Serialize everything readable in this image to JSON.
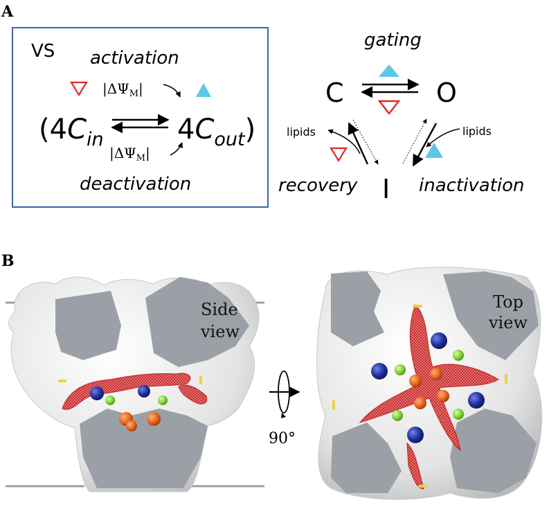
{
  "panel_a": {
    "letter": "A",
    "vs_box": {
      "label": "VS",
      "activation": "activation",
      "deactivation": "deactivation",
      "potential_top": "|ΔΨ",
      "potential_top_sub": "M",
      "potential_top_end": "|",
      "potential_bottom": "|ΔΨ",
      "potential_bottom_sub": "M",
      "potential_bottom_end": "|",
      "state_left_open": "(4",
      "state_left_c": "C",
      "state_left_sub": "in",
      "state_right_num": "4",
      "state_right_c": "C",
      "state_right_sub": "out",
      "state_right_close": ")"
    },
    "gating_scheme": {
      "gating": "gating",
      "closed": "C",
      "open": "O",
      "inactivated": "I",
      "recovery": "recovery",
      "inactivation": "inactivation",
      "lipids_left": "lipids",
      "lipids_right": "lipids"
    },
    "colors": {
      "box_border": "#3d64a8",
      "down_triangle": "#e0282a",
      "up_triangle": "#5ec6e8"
    }
  },
  "panel_b": {
    "letter": "B",
    "side_view_line1": "Side",
    "side_view_line2": "view",
    "top_view_line1": "Top",
    "top_view_line2": "view",
    "rotation": "90°",
    "colors": {
      "surface": "#e6e6e6",
      "section": "#9aa0a6",
      "lipid_mesh": "#d42a2a",
      "blue_residue": "#1f2f9c",
      "green_residue": "#7ed23a",
      "orange_residue": "#e9661c",
      "yellow_residue": "#e8d23a"
    }
  }
}
